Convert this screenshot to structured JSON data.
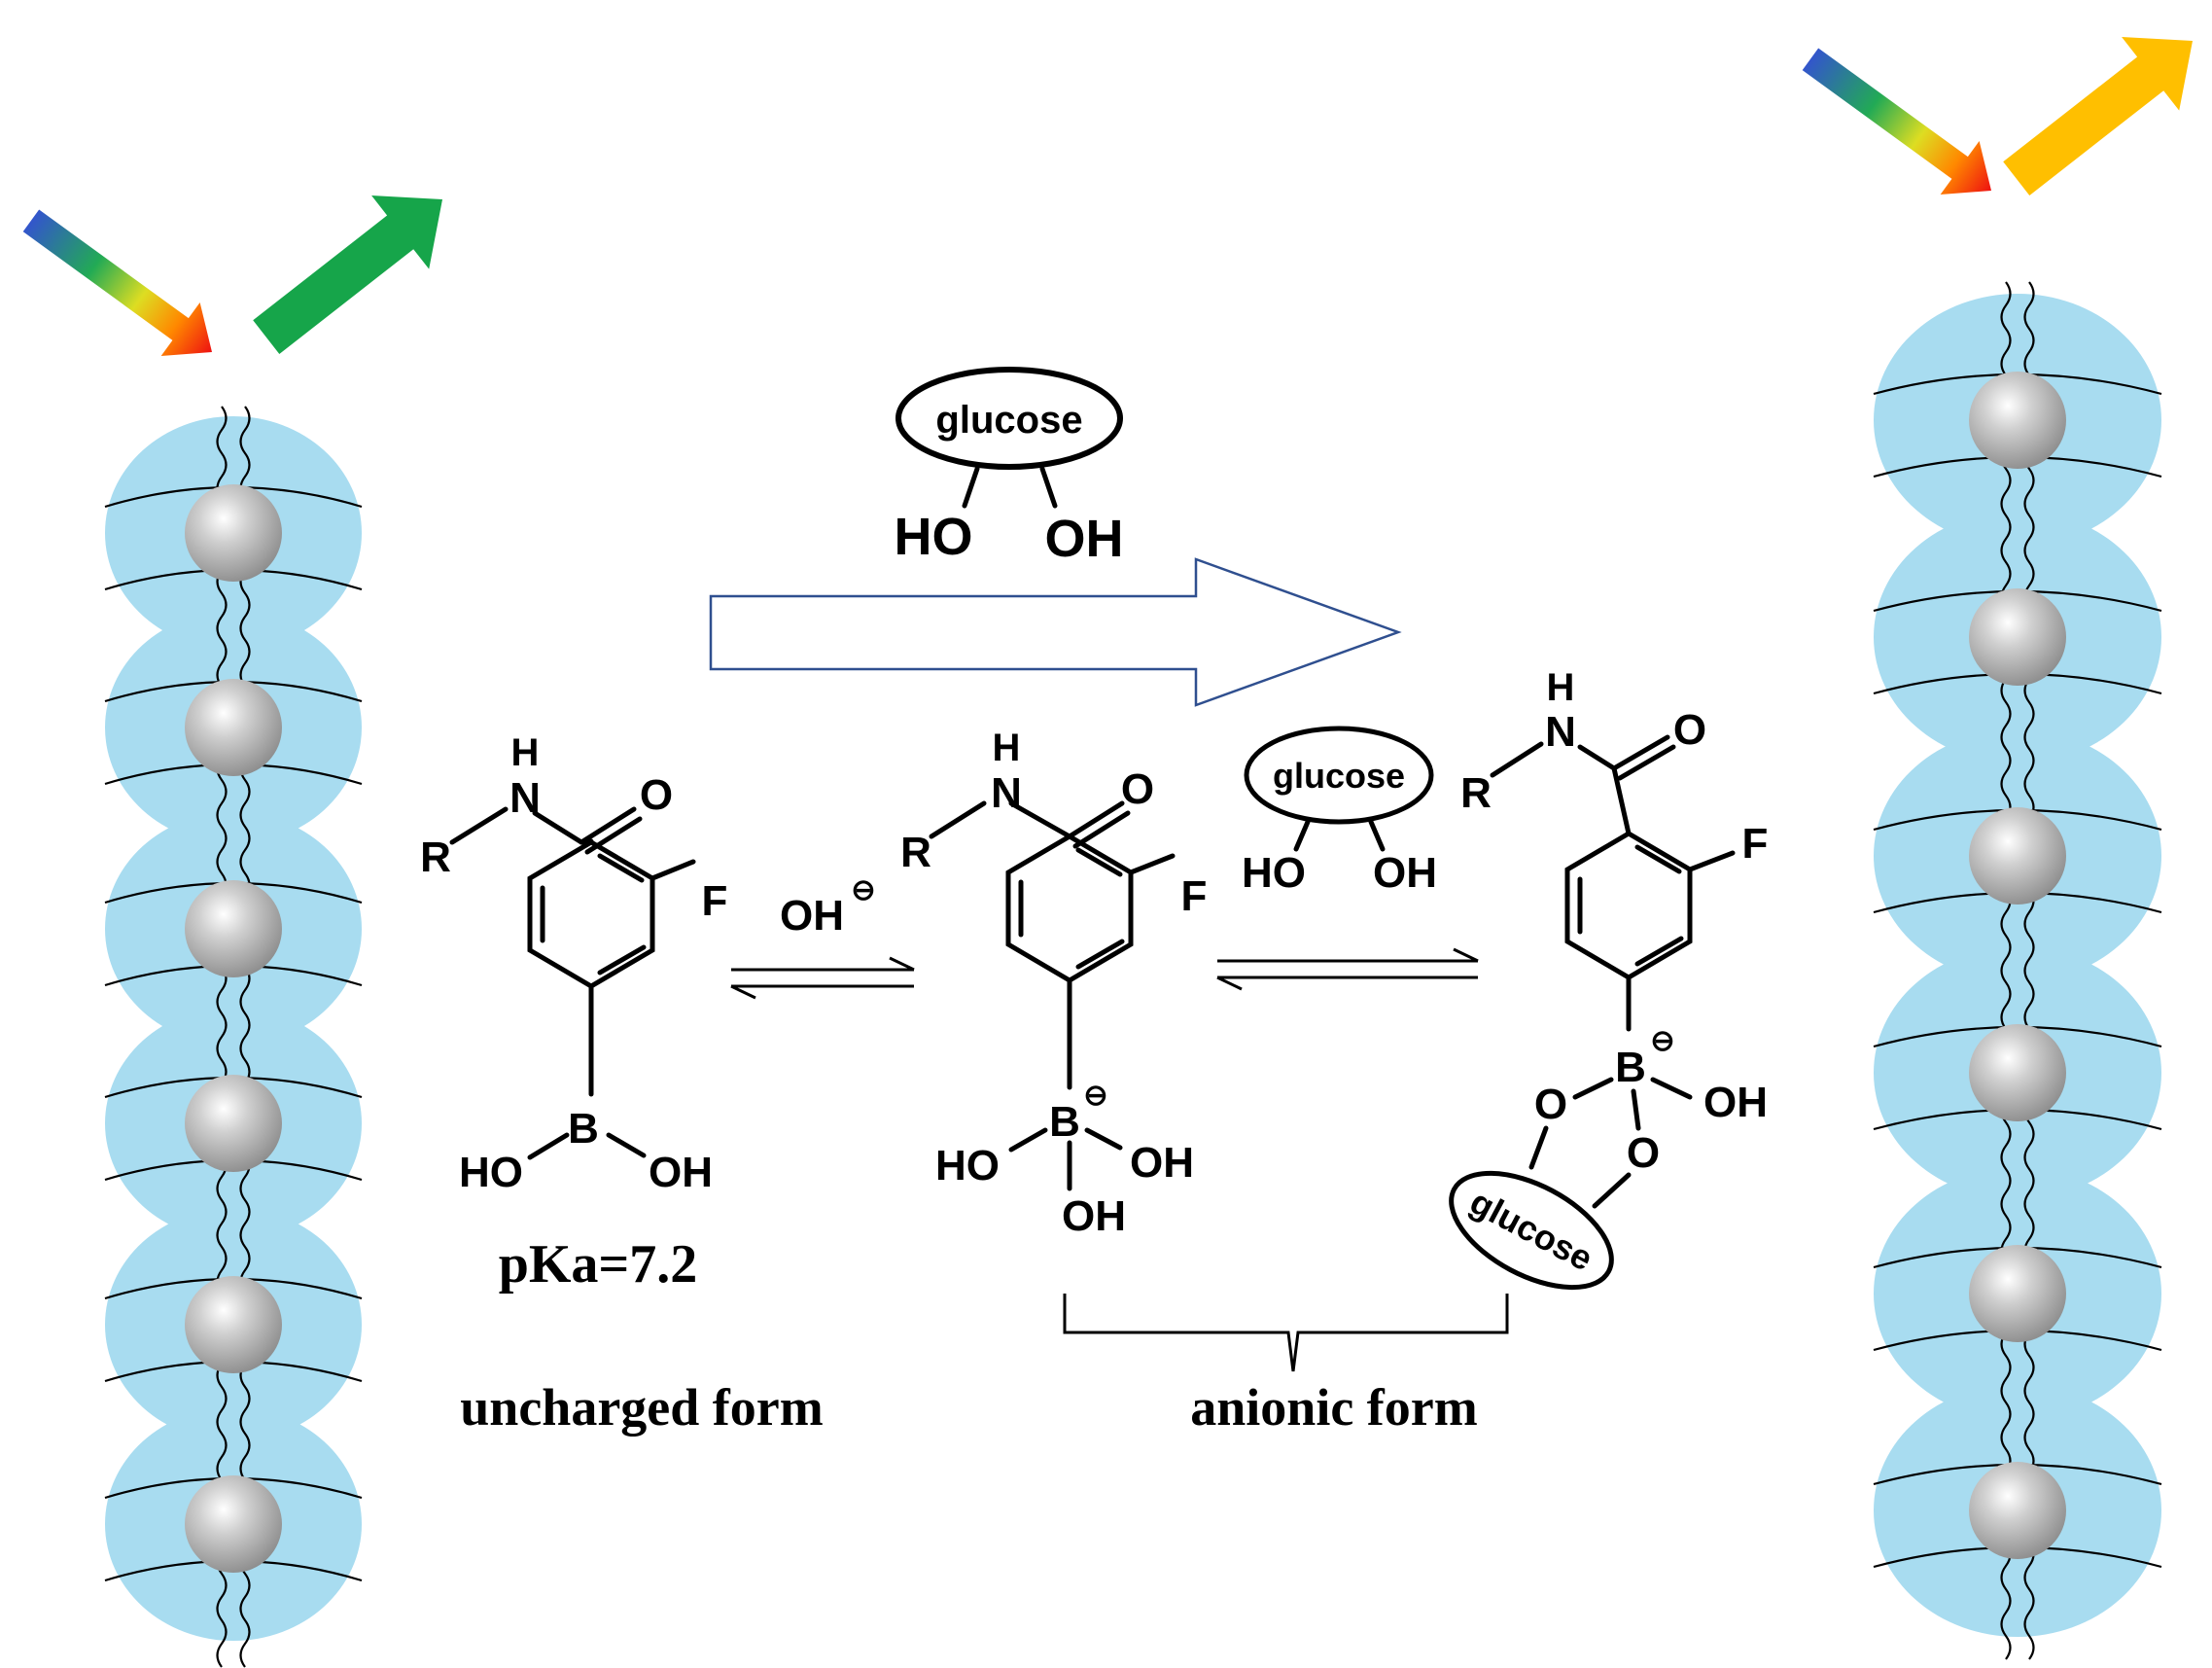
{
  "reagent_top": {
    "label": "glucose",
    "left_oh": "HO",
    "right_oh": "OH"
  },
  "uncharged": {
    "n_h": "H",
    "n": "N",
    "o": "O",
    "r": "R",
    "f": "F",
    "b": "B",
    "ho": "HO",
    "oh": "OH",
    "pka": "pKa=7.2",
    "caption": "uncharged form"
  },
  "hydroxide": {
    "label": "OH",
    "charge": "⊖"
  },
  "boronate": {
    "n_h": "H",
    "n": "N",
    "o": "O",
    "r": "R",
    "f": "F",
    "b": "B",
    "charge": "⊖",
    "ho": "HO",
    "oh_right": "OH",
    "oh_bottom": "OH"
  },
  "reagent_mid": {
    "label": "glucose",
    "left_oh": "HO",
    "right_oh": "OH"
  },
  "complex": {
    "n_h": "H",
    "n": "N",
    "o": "O",
    "r": "R",
    "f": "F",
    "b": "B",
    "charge": "⊖",
    "oh": "OH",
    "o_left": "O",
    "o_right": "O",
    "sugar": "glucose"
  },
  "anionic_caption": "anionic form",
  "colors": {
    "sphere": "#a8dcf0",
    "bead": "#b8b8b8",
    "arrow_green": "#16a54a",
    "arrow_orange": "#ffbf00",
    "outline_arrow": "#2f4f8f"
  }
}
